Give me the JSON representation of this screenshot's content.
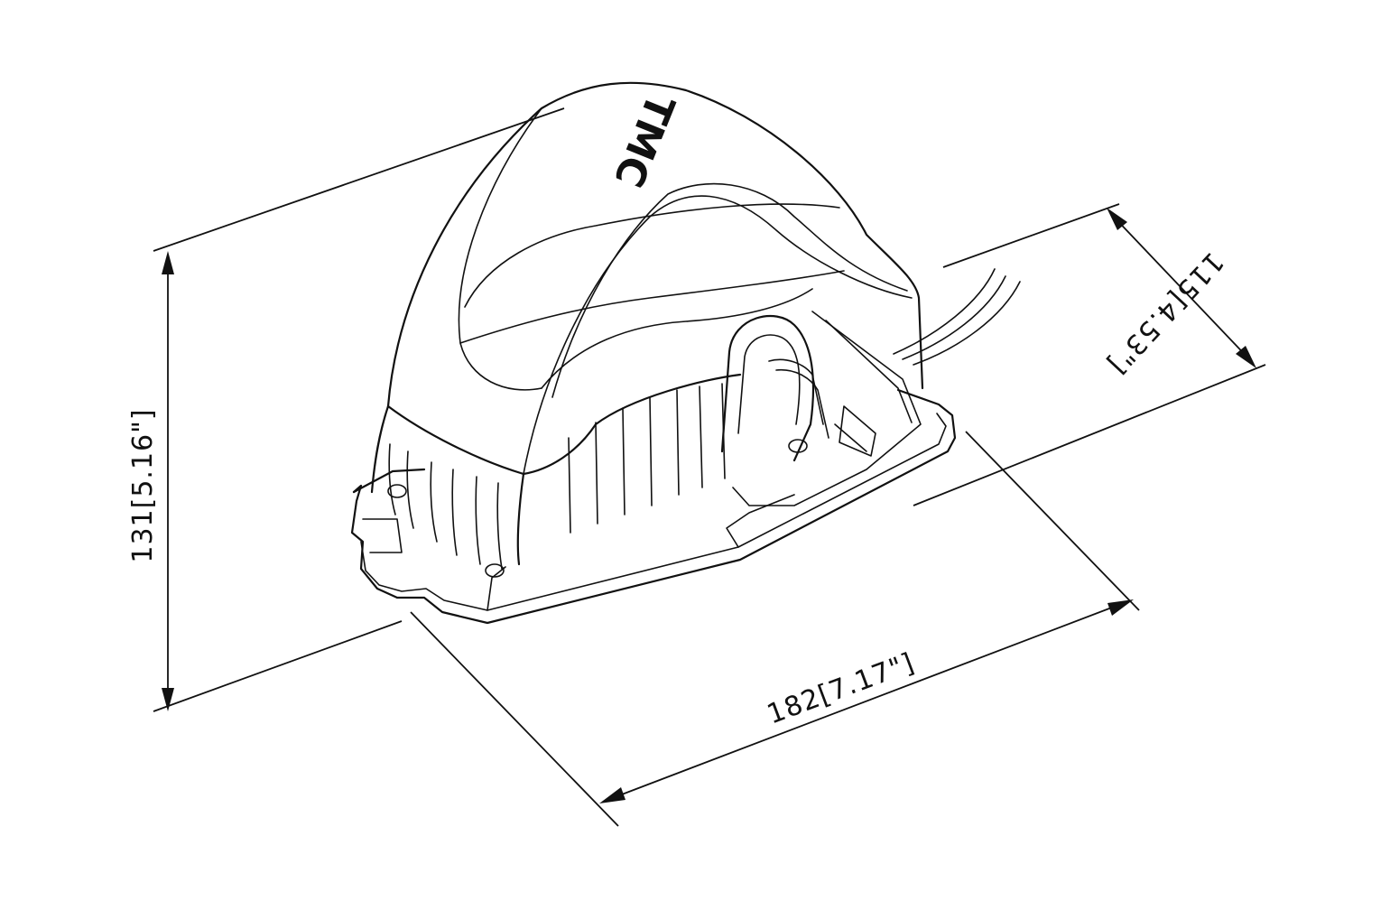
{
  "dimensions": {
    "height": "131[5.16\"]",
    "length": "182[7.17\"]",
    "width": "115[4.53\"]"
  },
  "logo": {
    "text": "TMC"
  }
}
